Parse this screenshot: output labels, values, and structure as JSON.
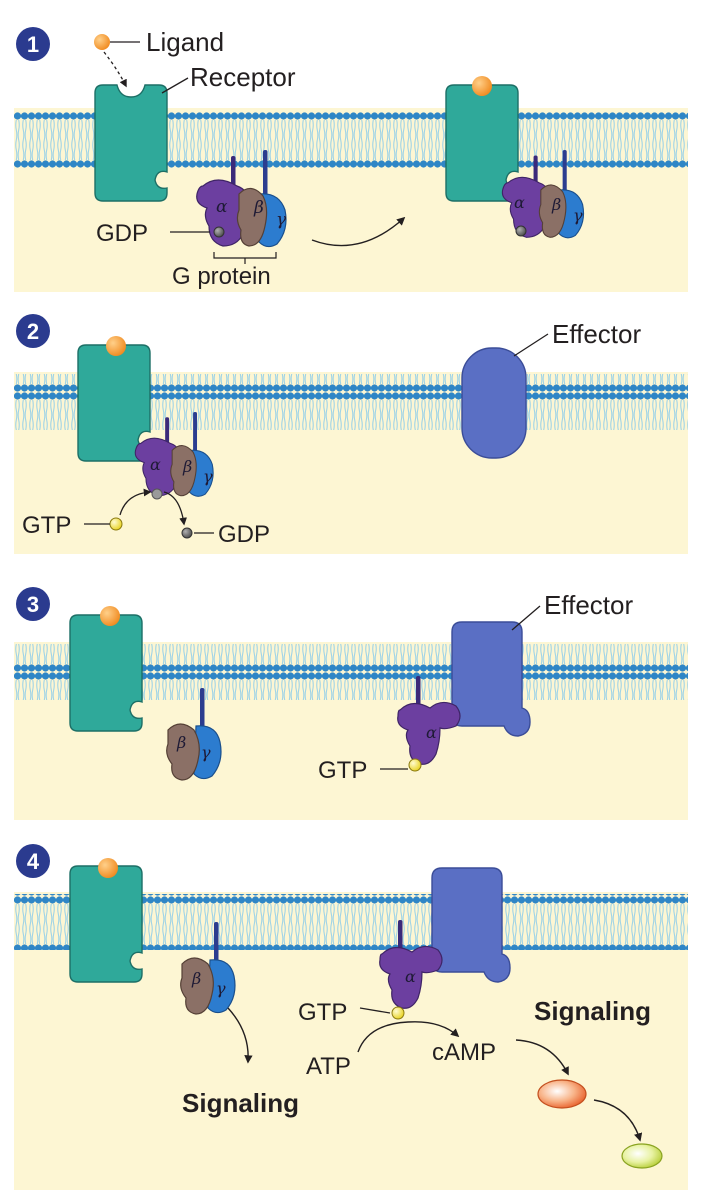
{
  "colors": {
    "cytoplasm": "#fdf6d3",
    "lipid_head": "#2f86c6",
    "lipid_tail": "#9fd3e6",
    "receptor": "#2fa99a",
    "receptor_stroke": "#1d6f66",
    "effector": "#5a6fc4",
    "effector_stroke": "#3b4d98",
    "alpha": "#6c3fa0",
    "beta": "#8b7066",
    "gamma": "#2c7ccf",
    "ligand": "#f3922b",
    "gtp": "#f6e340",
    "gdp": "#5f5f5f",
    "step_badge": "#2b3b8f"
  },
  "steps": [
    {
      "number": "1",
      "labels": {
        "ligand": "Ligand",
        "receptor": "Receptor",
        "gdp": "GDP",
        "g_protein": "G protein"
      },
      "subunits": {
        "alpha": "α",
        "beta": "β",
        "gamma": "γ"
      }
    },
    {
      "number": "2",
      "labels": {
        "effector": "Effector",
        "gtp": "GTP",
        "gdp": "GDP"
      },
      "subunits": {
        "alpha": "α",
        "beta": "β",
        "gamma": "γ"
      }
    },
    {
      "number": "3",
      "labels": {
        "effector": "Effector",
        "gtp": "GTP"
      },
      "subunits": {
        "alpha": "α",
        "beta": "β",
        "gamma": "γ"
      }
    },
    {
      "number": "4",
      "labels": {
        "gtp": "GTP",
        "atp": "ATP",
        "camp": "cAMP",
        "signaling_right": "Signaling",
        "signaling_left": "Signaling"
      },
      "subunits": {
        "alpha": "α",
        "beta": "β",
        "gamma": "γ"
      }
    }
  ]
}
